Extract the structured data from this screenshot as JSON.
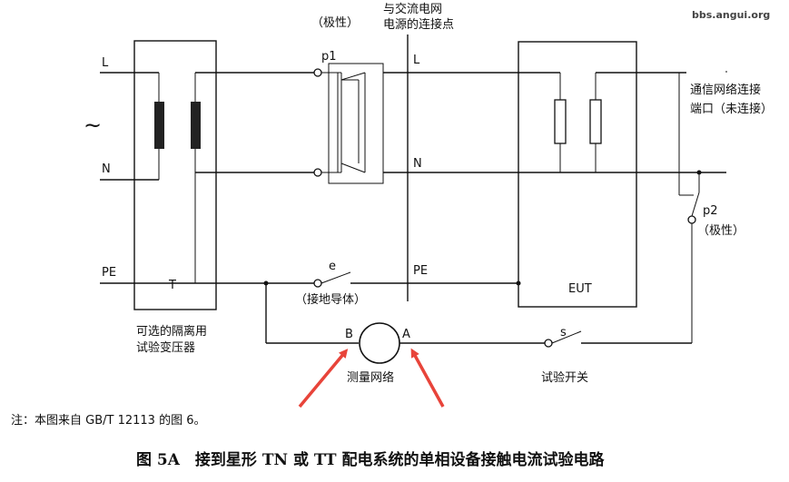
{
  "watermark": "bbs.angui.org",
  "labels": {
    "L_left": "L",
    "N_left": "N",
    "PE_left": "PE",
    "T": "T",
    "ac_symbol": "~",
    "polarity_top": "（极性）",
    "p1": "p1",
    "grid_conn_line1": "与交流电网",
    "grid_conn_line2": "电源的连接点",
    "L_right": "L",
    "N_right": "N",
    "PE_right": "PE",
    "e": "e",
    "ground_conductor": "（接地导体）",
    "EUT": "EUT",
    "telecom_line1": "通信网络连接",
    "telecom_line2": "端口（未连接）",
    "p2": "p2",
    "polarity_p2": "（极性）",
    "transformer_line1": "可选的隔离用",
    "transformer_line2": "试验变压器",
    "B": "B",
    "A": "A",
    "measure_network": "测量网络",
    "s": "s",
    "test_switch": "试验开关"
  },
  "note": "注：本图来自 GB/T 12113 的图 6。",
  "caption": "图 5A　接到星形 TN 或 TT 配电系统的单相设备接触电流试验电路",
  "colors": {
    "arrow": "#e8443a",
    "line": "#111111"
  }
}
